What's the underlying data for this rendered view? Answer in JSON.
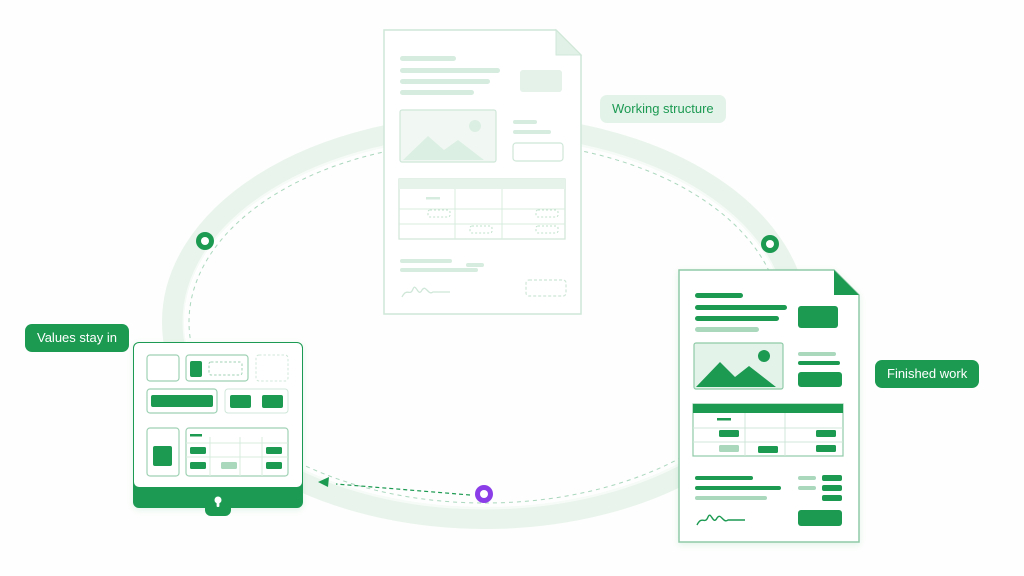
{
  "labels": {
    "working_structure": "Working structure",
    "values_stay_in": "Values stay in",
    "finished_work": "Finished work"
  },
  "colors": {
    "accent": "#1c9a52",
    "accent_soft": "#e4f3ea",
    "ring": "#e9f4ec",
    "line_pale": "#d2eadb",
    "line_mid": "#a9d8bd",
    "marker_purple": "#8b3ee8"
  },
  "icons": [
    "image-icon",
    "signature-icon",
    "lock-icon",
    "folded-corner-icon"
  ]
}
